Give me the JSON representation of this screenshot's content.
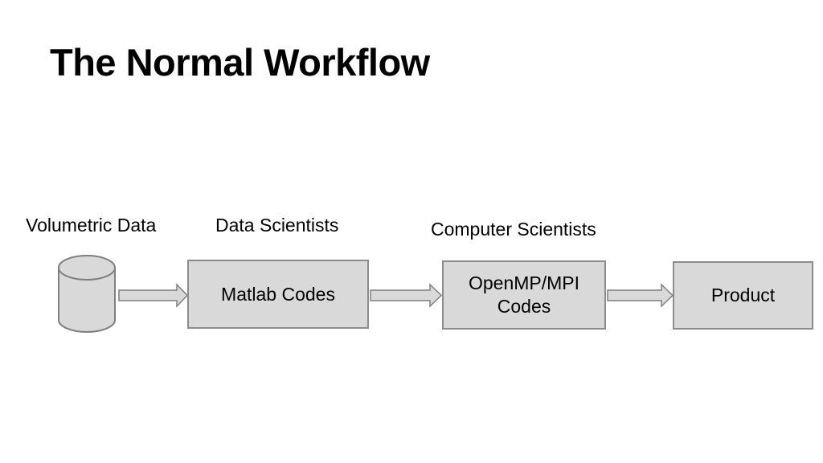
{
  "slide": {
    "title": "The Normal Workflow"
  },
  "diagram": {
    "source_label": "Volumetric Data",
    "source_icon": "database-cylinder-icon",
    "steps": [
      {
        "role": "Data Scientists",
        "label": "Matlab Codes"
      },
      {
        "role": "Computer Scientists",
        "label": "OpenMP/MPI\nCodes"
      },
      {
        "role": "",
        "label": "Product"
      }
    ],
    "colors": {
      "box_fill": "#d9d9d9",
      "box_border": "#8c8c8c",
      "arrow_fill": "#d9d9d9",
      "arrow_stroke": "#7f7f7f"
    }
  }
}
